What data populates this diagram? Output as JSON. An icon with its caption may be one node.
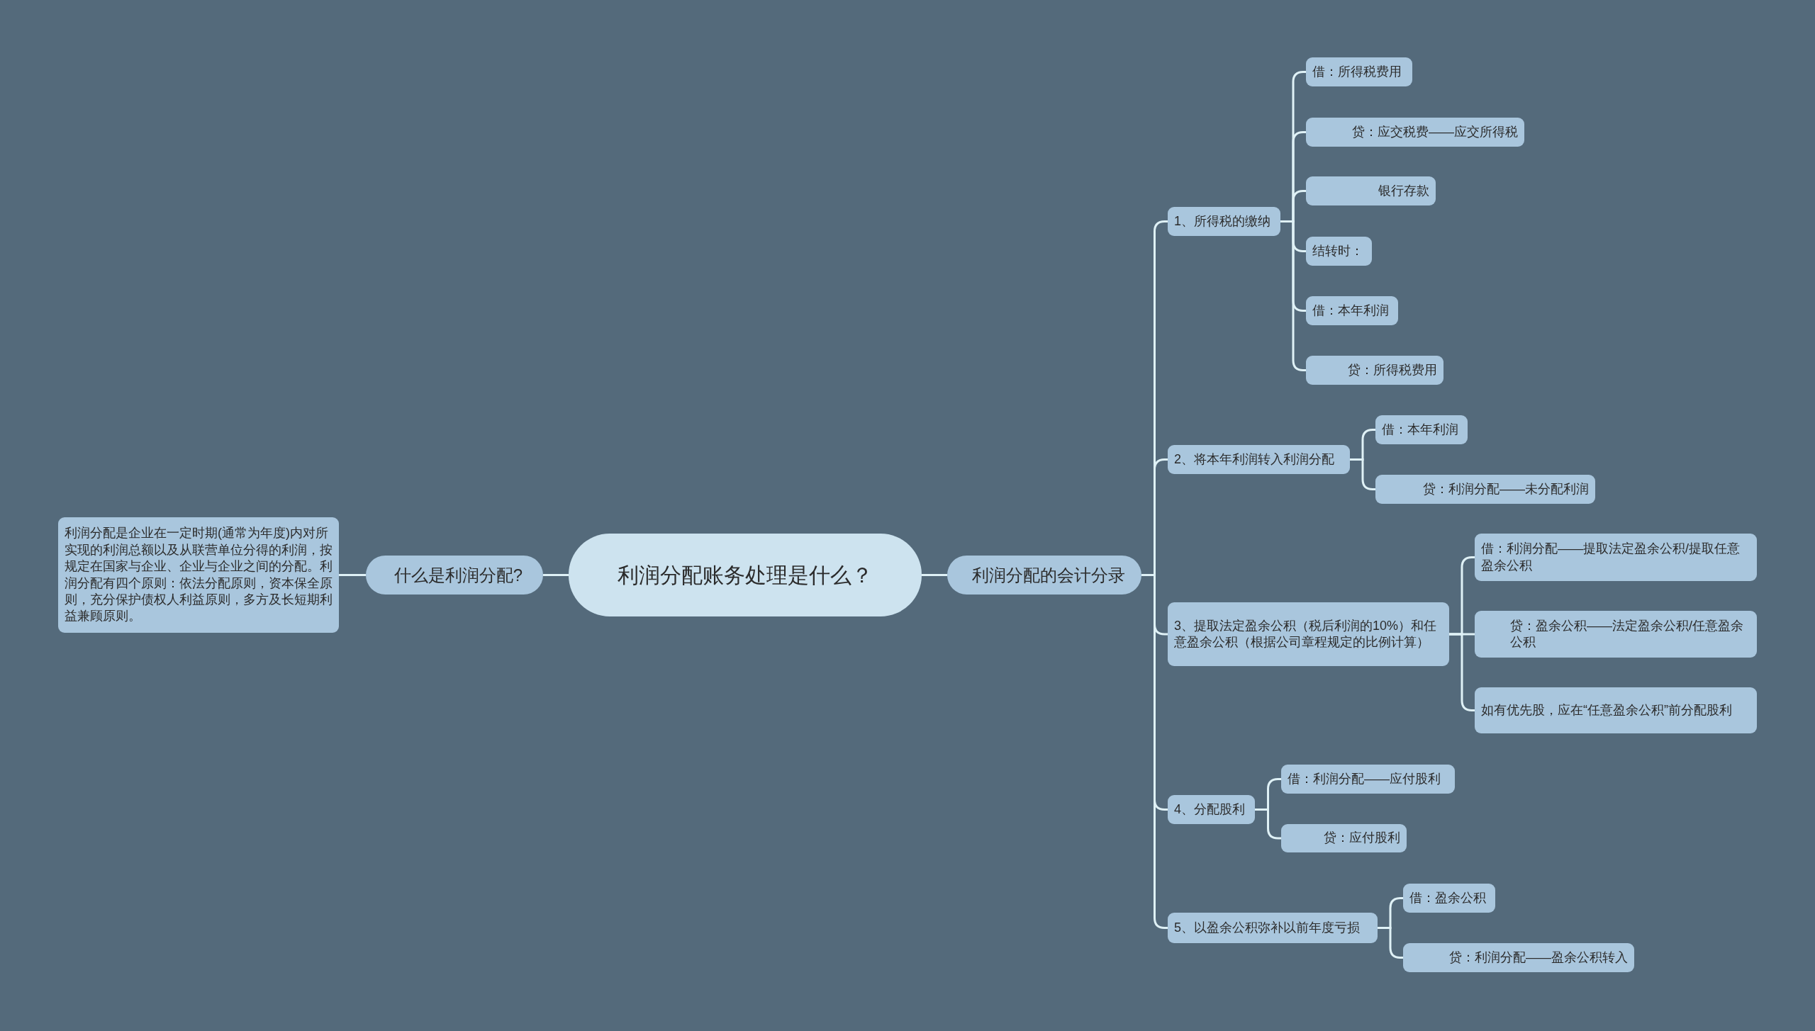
{
  "diagram": {
    "nodes": [
      {
        "text": [
          "利润分配账务处理是什么？"
        ]
      },
      {
        "text": [
          "什么是利润分配?"
        ]
      },
      {
        "text": [
          "利润分配是企业在一定时期(通常为年度)内对所实现的利润总额以及从联营单位分得的利润，按规定在国家与企业、企业与企业之间的分配。利润分配有四个原则：依法分配原则，资本保全原则，充分保护债权人利益原则，多方及长短期利益兼顾原则。"
        ]
      },
      {
        "text": [
          "利润分配的会计分录"
        ]
      },
      {
        "text": [
          "1、所得税的缴纳"
        ]
      },
      {
        "text": [
          "借：所得税费用"
        ]
      },
      {
        "text": [
          "贷：应交税费——应交所得税"
        ]
      },
      {
        "text": [
          "银行存款"
        ]
      },
      {
        "text": [
          "结转时："
        ]
      },
      {
        "text": [
          "借：本年利润"
        ]
      },
      {
        "text": [
          "贷：所得税费用"
        ]
      },
      {
        "text": [
          "2、将本年利润转入利润分配"
        ]
      },
      {
        "text": [
          "借：本年利润"
        ]
      },
      {
        "text": [
          "贷：利润分配——未分配利润"
        ]
      },
      {
        "text": [
          "3、提取法定盈余公积（税后利润的10%）和任意盈余公积（根据公司章程规定的比例计算）"
        ]
      },
      {
        "text": [
          "借：利润分配——提取法定盈余公积/提取任意盈余公积"
        ]
      },
      {
        "text": [
          "贷：盈余公积——法定盈余公积/任意盈余公积"
        ]
      },
      {
        "text": [
          "如有优先股，应在“任意盈余公积”前分配股利"
        ]
      },
      {
        "text": [
          "4、分配股利"
        ]
      },
      {
        "text": [
          "借：利润分配——应付股利"
        ]
      },
      {
        "text": [
          "贷：应付股利"
        ]
      },
      {
        "text": [
          "5、以盈余公积弥补以前年度亏损"
        ]
      },
      {
        "text": [
          "借：盈余公积"
        ]
      },
      {
        "text": [
          "贷：利润分配——盈余公积转入"
        ]
      }
    ],
    "edges": [
      {
        "from": 0,
        "to": 1,
        "arrow": "none"
      },
      {
        "from": 1,
        "to": 2,
        "arrow": "none"
      },
      {
        "from": 0,
        "to": 3,
        "arrow": "none"
      },
      {
        "from": 3,
        "to": 4,
        "arrow": "none"
      },
      {
        "from": 4,
        "to": 5,
        "arrow": "none"
      },
      {
        "from": 4,
        "to": 6,
        "arrow": "none"
      },
      {
        "from": 4,
        "to": 7,
        "arrow": "none"
      },
      {
        "from": 4,
        "to": 8,
        "arrow": "none"
      },
      {
        "from": 4,
        "to": 9,
        "arrow": "none"
      },
      {
        "from": 4,
        "to": 10,
        "arrow": "none"
      },
      {
        "from": 3,
        "to": 11,
        "arrow": "none"
      },
      {
        "from": 11,
        "to": 12,
        "arrow": "none"
      },
      {
        "from": 11,
        "to": 13,
        "arrow": "none"
      },
      {
        "from": 3,
        "to": 14,
        "arrow": "none"
      },
      {
        "from": 14,
        "to": 15,
        "arrow": "none"
      },
      {
        "from": 14,
        "to": 16,
        "arrow": "none"
      },
      {
        "from": 14,
        "to": 17,
        "arrow": "none"
      },
      {
        "from": 3,
        "to": 18,
        "arrow": "none"
      },
      {
        "from": 18,
        "to": 19,
        "arrow": "none"
      },
      {
        "from": 18,
        "to": 20,
        "arrow": "none"
      },
      {
        "from": 3,
        "to": 21,
        "arrow": "none"
      },
      {
        "from": 21,
        "to": 22,
        "arrow": "none"
      },
      {
        "from": 21,
        "to": 23,
        "arrow": "none"
      }
    ]
  }
}
